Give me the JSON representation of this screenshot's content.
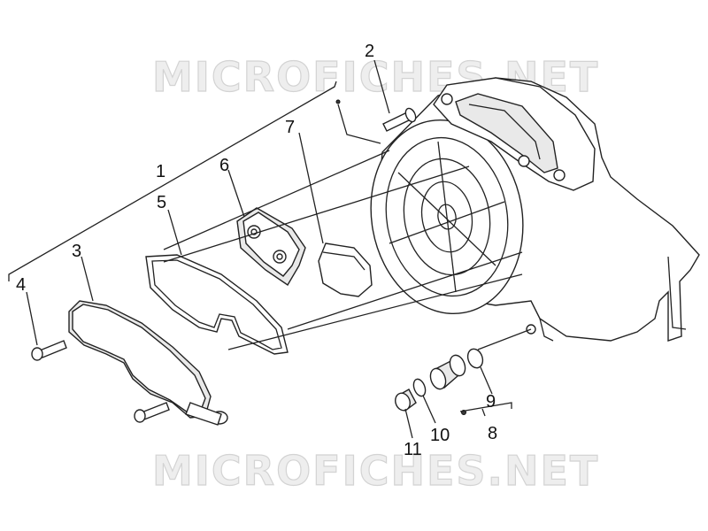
{
  "watermark": {
    "text": "MICROFICHES.NET"
  },
  "labels": {
    "p1": "1",
    "p2": "2",
    "p3": "3",
    "p4": "4",
    "p5": "5",
    "p6": "6",
    "p7": "7",
    "p8": "8",
    "p9": "9",
    "p10": "10",
    "p11": "11"
  },
  "colors": {
    "line": "#222222",
    "watermark_fill": "#eeeeee",
    "watermark_stroke": "#d3d3d3"
  }
}
